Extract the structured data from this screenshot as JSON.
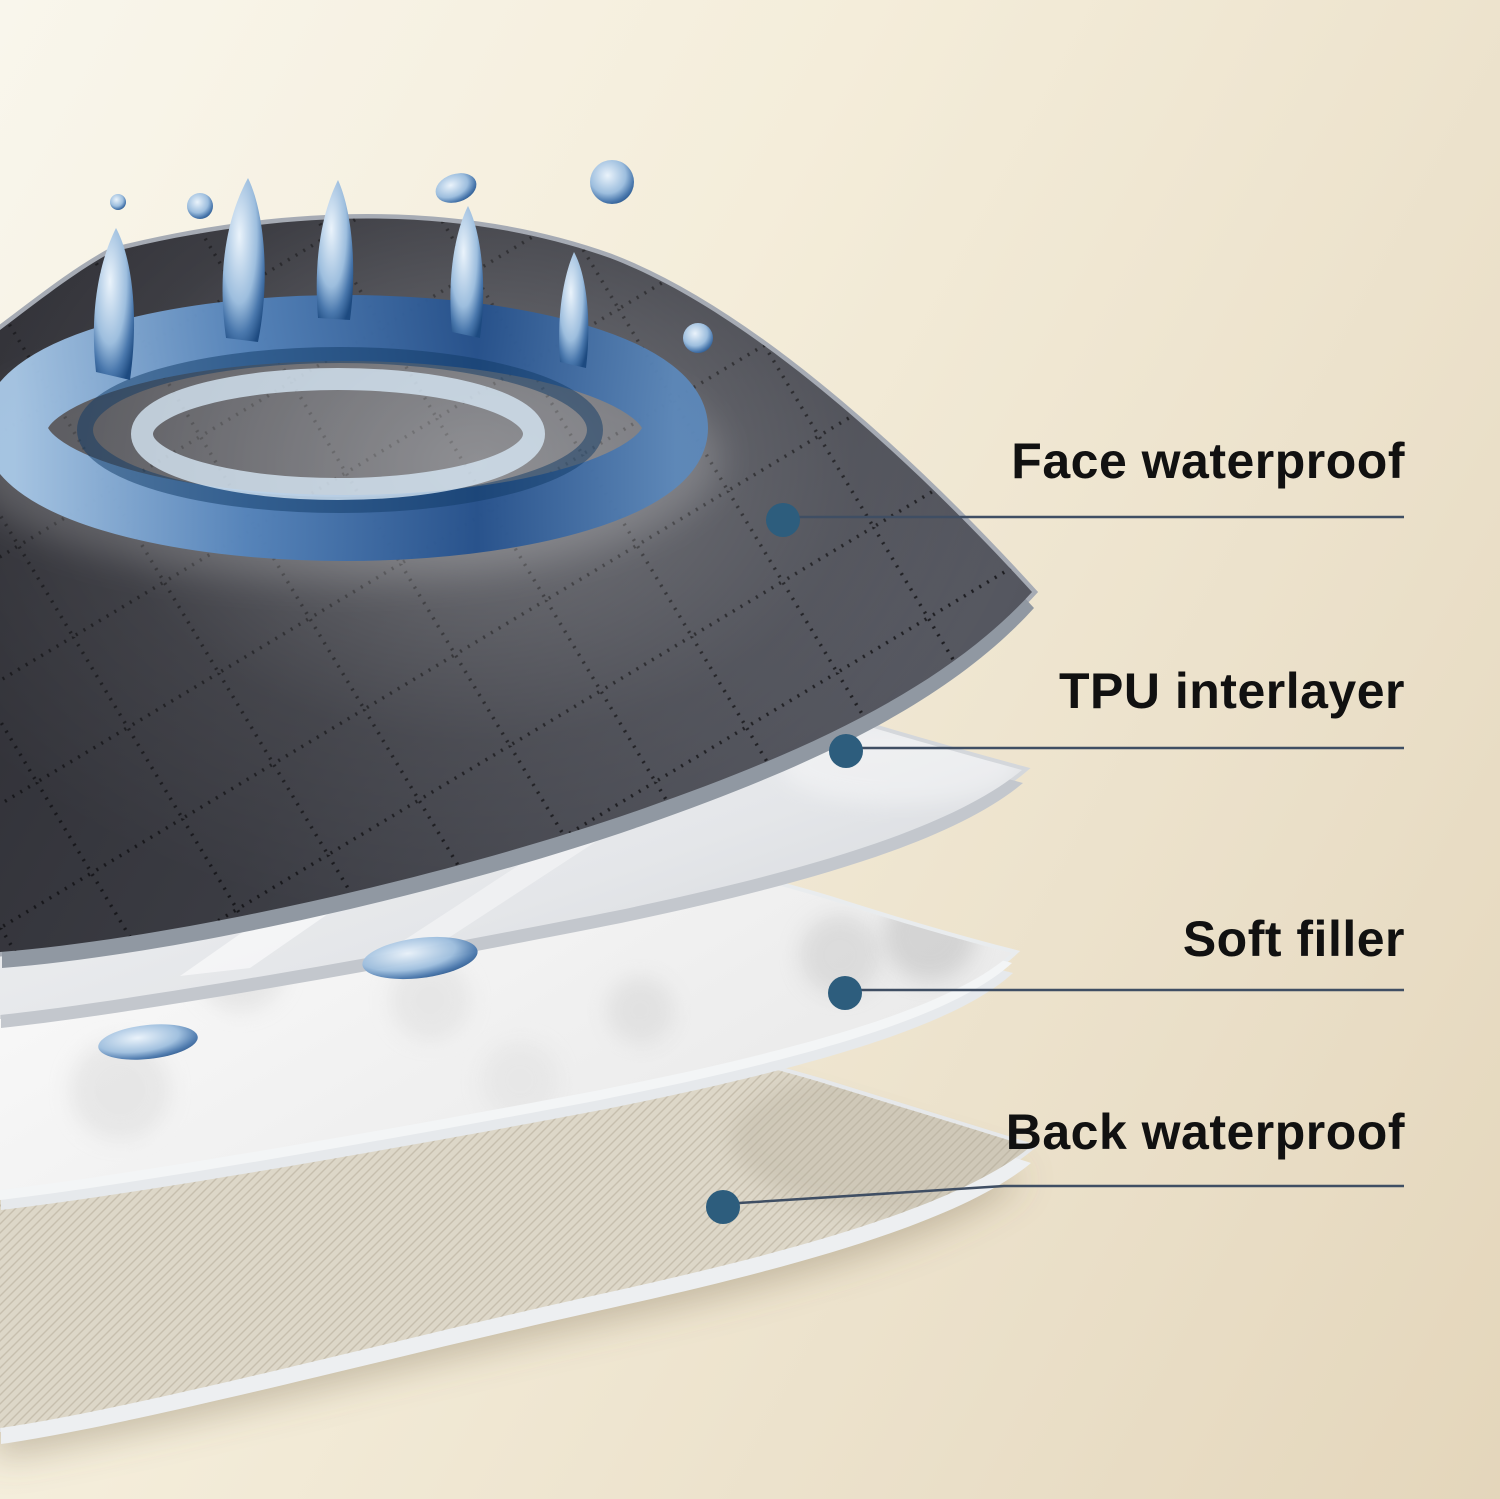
{
  "callouts": [
    {
      "label": "Face waterproof"
    },
    {
      "label": "TPU interlayer"
    },
    {
      "label": "Soft filler"
    },
    {
      "label": "Back waterproof"
    }
  ],
  "layers": [
    {
      "name": "face-waterproof-layer",
      "appearance": "dark quilted fabric with water splash"
    },
    {
      "name": "tpu-interlayer-layer",
      "appearance": "glossy translucent film with water beads"
    },
    {
      "name": "soft-filler-layer",
      "appearance": "white fluffy padding"
    },
    {
      "name": "back-waterproof-layer",
      "appearance": "beige woven non-slip backing"
    }
  ],
  "colors": {
    "label_text": "#111111",
    "callout_dot": "#2d5d7d",
    "callout_line": "#3f4e63",
    "background_light": "#f9f6ec",
    "background_dark": "#e4d6bb",
    "face_layer_dark": "#303036",
    "tpu_layer_light": "#e9ebee",
    "soft_filler_white": "#f9f9f9",
    "back_layer_beige": "#ddd7c8",
    "water_blue": "#2f62a2"
  }
}
